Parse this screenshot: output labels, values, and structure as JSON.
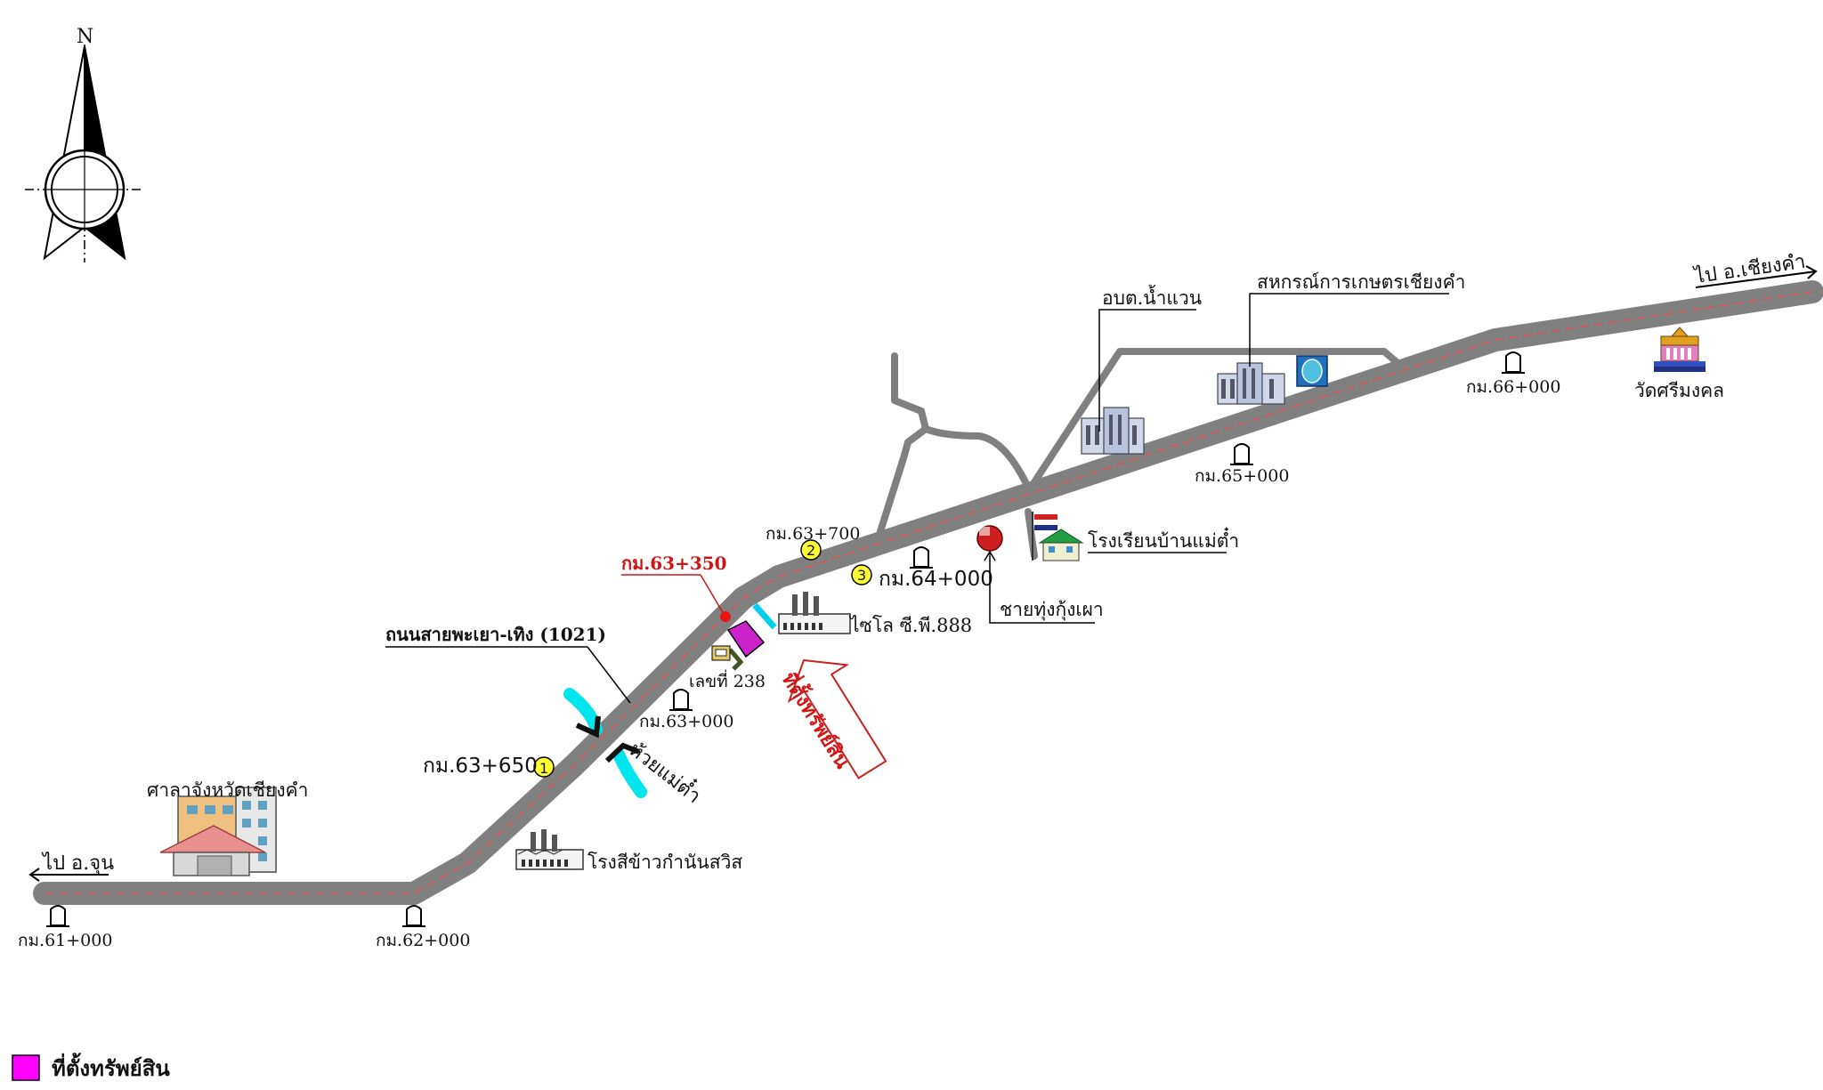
{
  "compass": {
    "north_label": "N"
  },
  "roads": {
    "main_road_label": "ถนนสายพะเยา-เทิง (1021)",
    "to_west": "ไป อ.จุน",
    "to_east": "ไป อ.เชียงคำ"
  },
  "km_markers": {
    "km61": "กม.61+000",
    "km62": "กม.62+000",
    "km63": "กม.63+000",
    "km65": "กม.65+000",
    "km66": "กม.66+000"
  },
  "numbered_points": {
    "p1_num": "1",
    "p1_label": "กม.63+650",
    "p2_num": "2",
    "p2_label": "กม.63+700",
    "p3_num": "3",
    "p3_label": "กม.64+000"
  },
  "property": {
    "km_label": "กม.63+350",
    "address": "เลขที่ 238",
    "arrow_text": "ที่ตั้งทรัพย์สิน",
    "color": "#cc22cc"
  },
  "landmarks": {
    "provincial_hall": "ศาลาจังหวัดเชียงคำ",
    "rice_mill": "โรงสีข้าวกำนันสวิส",
    "stream": "ห้วยแม่ต๋ำ",
    "factory": "ไซโล ซี.พี.888",
    "shrimp_shop": "ชายทุ่งกุ้งเผา",
    "school": "โรงเรียนบ้านแม่ต๋ำ",
    "tambon_office": "อบต.น้ำแวน",
    "coop": "สหกรณ์การเกษตรเชียงคำ",
    "temple": "วัดศรีมงคล"
  },
  "legend": {
    "label": "ที่ตั้งทรัพย์สิน",
    "swatch_color": "#ff00ff"
  },
  "colors": {
    "road": "#808080",
    "road_centerline": "#e05050",
    "stream": "#00e5ee",
    "marker_yellow": "#ffff33"
  }
}
